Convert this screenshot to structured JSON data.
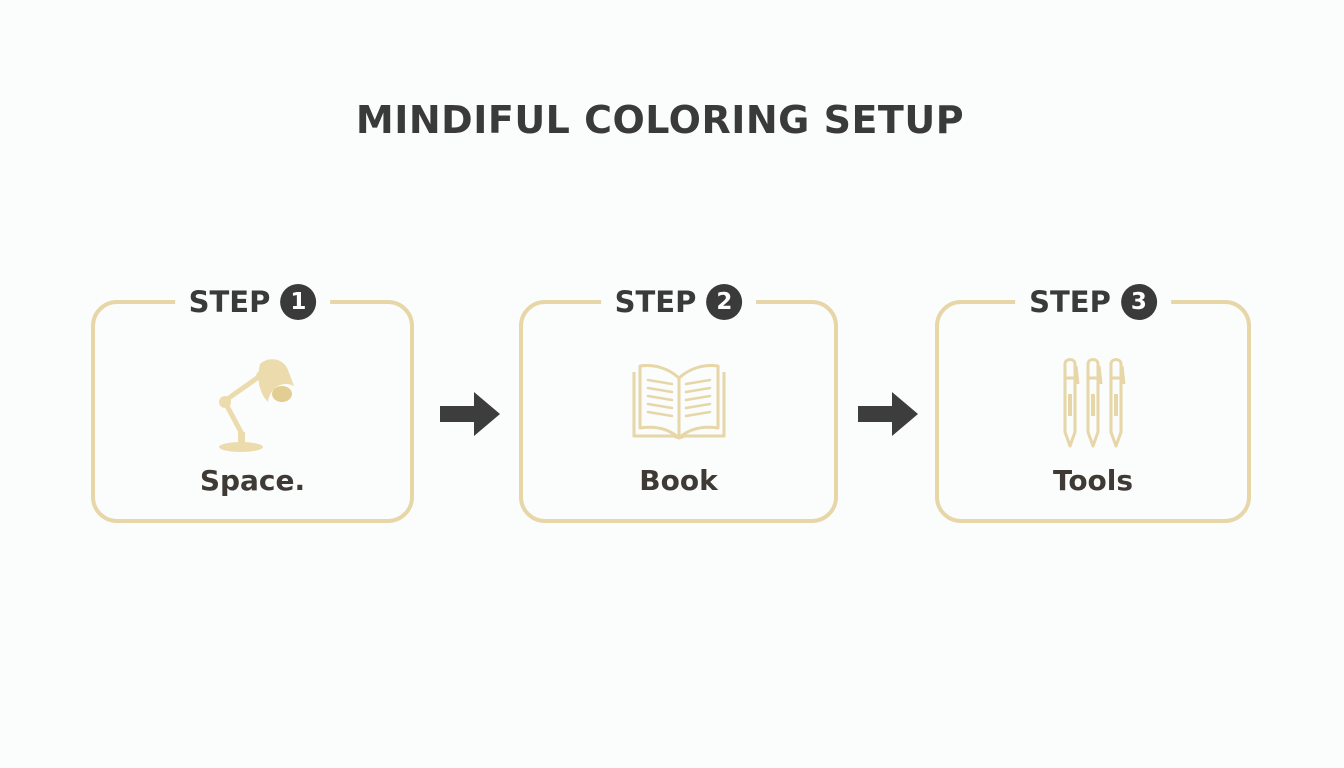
{
  "title": "MINDIFUL COLORING SETUP",
  "steps": [
    {
      "word": "STEP",
      "number": "1",
      "label": "Space.",
      "icon": "desk-lamp-icon"
    },
    {
      "word": "STEP",
      "number": "2",
      "label": "Book",
      "icon": "open-book-icon"
    },
    {
      "word": "STEP",
      "number": "3",
      "label": "Tools",
      "icon": "pens-icon"
    }
  ],
  "colors": {
    "accent": "#e6d6a8",
    "icon_fill": "#ecdcad",
    "text": "#3a3a3a",
    "background": "#fbfcfc"
  }
}
